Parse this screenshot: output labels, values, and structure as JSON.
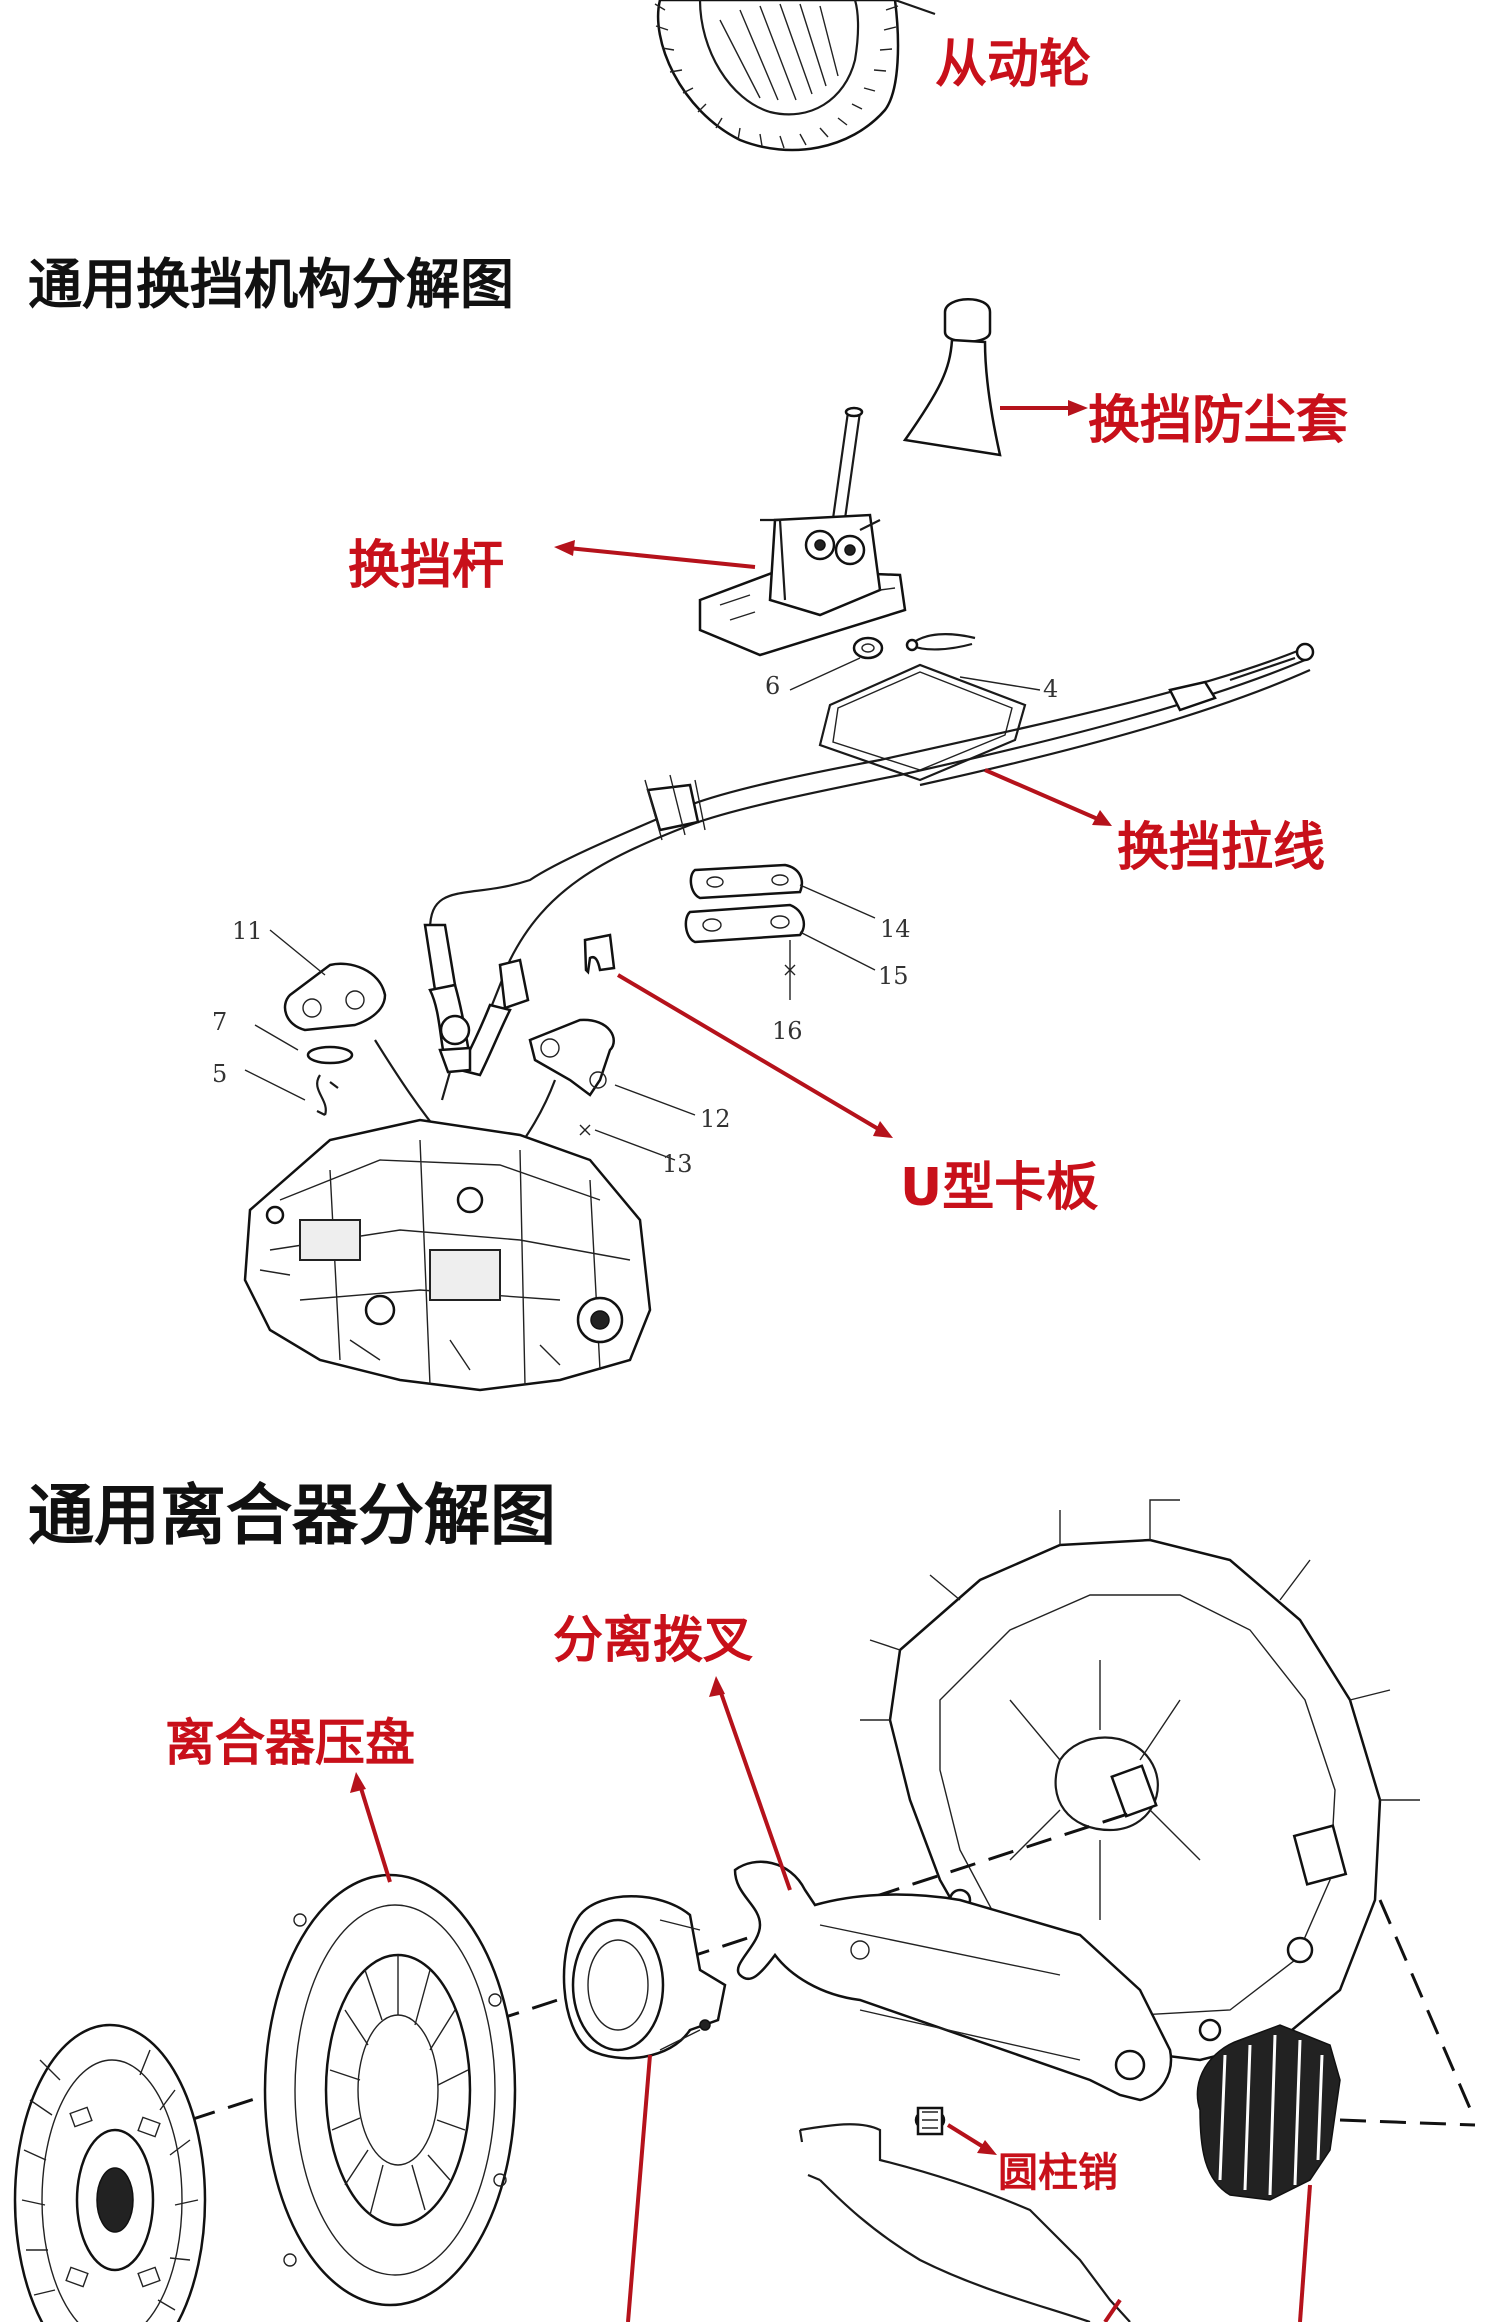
{
  "sections": {
    "shift_heading": "通用换挡机构分解图",
    "clutch_heading": "通用离合器分解图"
  },
  "labels": {
    "driven_gear": "从动轮",
    "shift_boot": "换挡防尘套",
    "shift_lever": "换挡杆",
    "shift_cable": "换挡拉线",
    "u_clip": "U型卡板",
    "release_fork": "分离拨叉",
    "pressure_plate": "离合器压盘",
    "cylinder_pin": "圆柱销"
  },
  "part_numbers": {
    "n4": "4",
    "n5": "5",
    "n6": "6",
    "n7": "7",
    "n11": "11",
    "n12": "12",
    "n13": "13",
    "n14": "14",
    "n15": "15",
    "n16": "16"
  },
  "colors": {
    "label_red": "#c8101a",
    "arrow_red": "#b5121b",
    "heading": "#111111",
    "line": "#111111"
  }
}
